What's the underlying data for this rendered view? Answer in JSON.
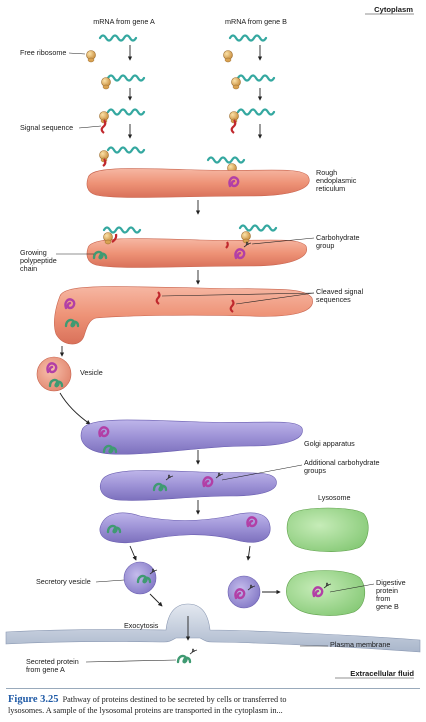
{
  "labels": {
    "cytoplasm": "Cytoplasm",
    "mrna_a": "mRNA from gene A",
    "mrna_b": "mRNA from gene B",
    "free_ribosome": "Free ribosome",
    "signal_sequence": "Signal sequence",
    "rough_er_1": "Rough",
    "rough_er_2": "endoplasmic",
    "rough_er_3": "reticulum",
    "carbohydrate_1": "Carbohydrate",
    "carbohydrate_2": "group",
    "growing_1": "Growing",
    "growing_2": "polypeptide",
    "growing_3": "chain",
    "cleaved_1": "Cleaved signal",
    "cleaved_2": "sequences",
    "vesicle": "Vesicle",
    "golgi": "Golgi apparatus",
    "additional_1": "Additional carbohydrate",
    "additional_2": "groups",
    "lysosome": "Lysosome",
    "secretory_vesicle": "Secretory vesicle",
    "digestive_1": "Digestive",
    "digestive_2": "protein",
    "digestive_3": "from",
    "digestive_4": "gene B",
    "exocytosis": "Exocytosis",
    "plasma_membrane": "Plasma membrane",
    "secreted_1": "Secreted protein",
    "secreted_2": "from gene A",
    "extracellular": "Extracellular fluid"
  },
  "caption": {
    "figure": "Figure 3.25",
    "text": "Pathway of proteins destined to be secreted by cells or transferred to",
    "text2": "lysosomes. A sample of the lysosomal proteins are transported in the cytoplasm in..."
  },
  "colors": {
    "er": "#ef9a82",
    "golgi": "#9f95d6",
    "lysosome": "#a8dc98",
    "mrna": "#35a8a0",
    "signal": "#c0282d",
    "ribosome": "#e4b56a",
    "membrane": "#b8c3d6"
  }
}
